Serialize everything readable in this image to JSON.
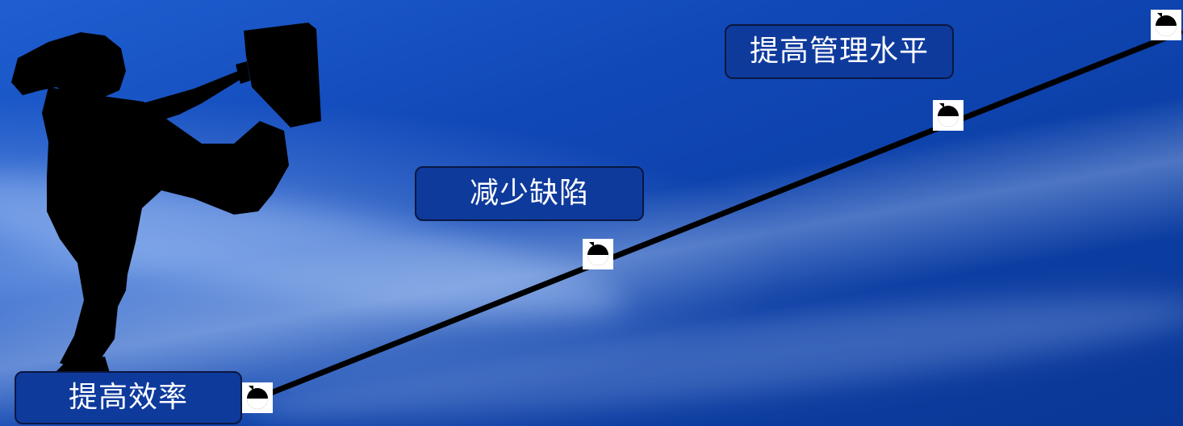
{
  "steps": [
    {
      "label": "提高效率"
    },
    {
      "label": "减少缺陷"
    },
    {
      "label": "提高管理水平"
    }
  ],
  "colors": {
    "background_top": "#1f5fd0",
    "background_bottom": "#0a3796",
    "label_fill": "#0e3a9c",
    "label_border": "#0b1740",
    "label_text": "#ffffff",
    "line": "#000000"
  },
  "icons": [
    "climber-silhouette",
    "marker-icon"
  ]
}
